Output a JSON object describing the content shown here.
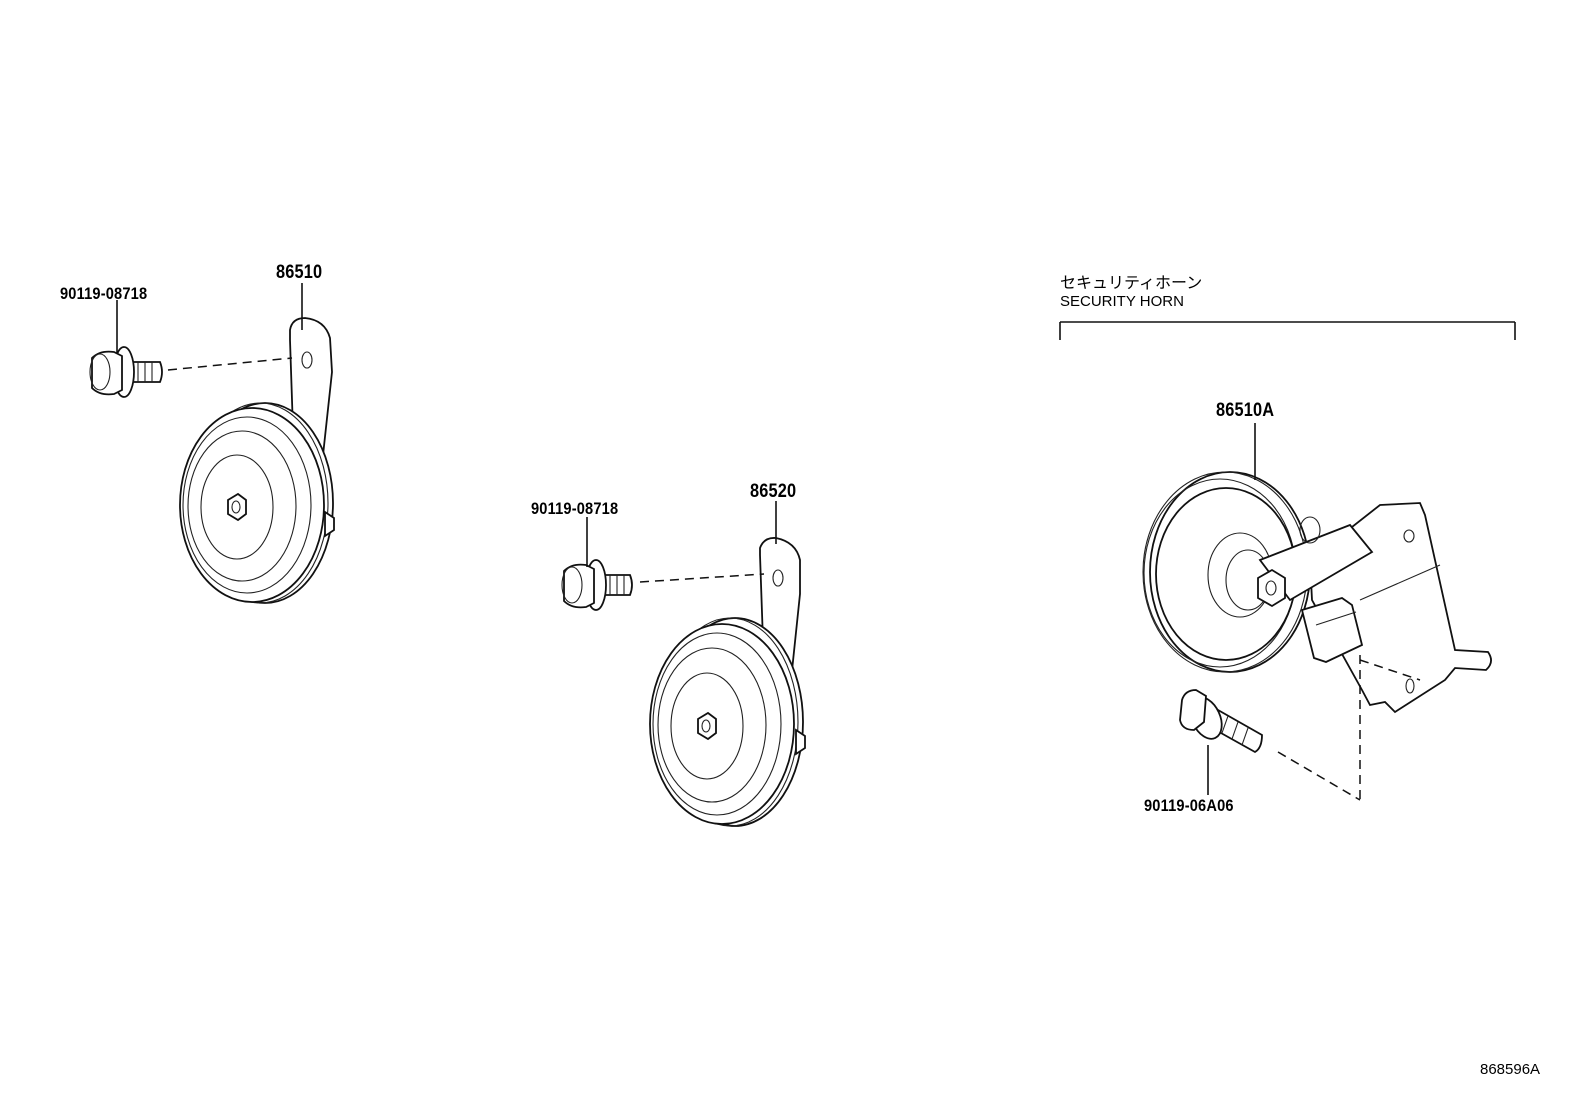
{
  "parts": {
    "horn_left": "86510",
    "bolt_left": "90119-08718",
    "horn_middle": "86520",
    "bolt_middle": "90119-08718",
    "security_horn": "86510A",
    "bolt_security": "90119-06A06"
  },
  "group": {
    "title_jp": "セキュリティホーン",
    "title_en": "SECURITY HORN"
  },
  "diagram_ref": "868596A"
}
